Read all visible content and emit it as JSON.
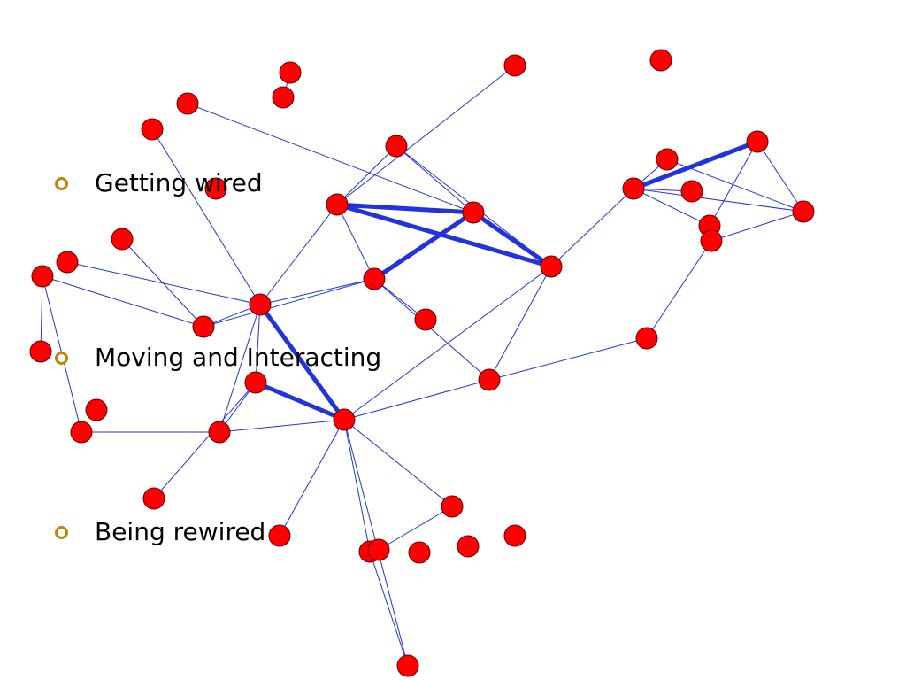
{
  "bullets": [
    "Getting wired",
    "Moving and Interacting",
    "Being rewired"
  ],
  "colors": {
    "node_fill": "#ff0000",
    "node_stroke": "#660000",
    "edge": "#2233dd",
    "bullet_marker": "#b8860b",
    "text": "#000000"
  },
  "network": {
    "nodes": [
      "n1",
      "n2",
      "n3",
      "n4",
      "n5",
      "n6",
      "n7",
      "n8",
      "n9",
      "n10",
      "n11",
      "n12",
      "n13",
      "n14",
      "n15",
      "n16",
      "n17",
      "n18",
      "n19",
      "n20",
      "n21",
      "n22",
      "n23",
      "n24",
      "n25",
      "n26",
      "n27",
      "n28",
      "n29",
      "n30",
      "n31",
      "n32",
      "n33",
      "n34",
      "n35",
      "n36",
      "n37",
      "n38",
      "n39",
      "n40",
      "n41",
      "n42",
      "n43"
    ],
    "edges": [
      {
        "from": "n4",
        "to": "n3",
        "strong": false
      },
      {
        "from": "n2",
        "to": "n14",
        "strong": false
      },
      {
        "from": "n14",
        "to": "n7",
        "strong": false
      },
      {
        "from": "n14",
        "to": "n15",
        "strong": true
      },
      {
        "from": "n14",
        "to": "n22",
        "strong": true
      },
      {
        "from": "n14",
        "to": "n21",
        "strong": false
      },
      {
        "from": "n14",
        "to": "n20",
        "strong": false
      },
      {
        "from": "n7",
        "to": "n15",
        "strong": false
      },
      {
        "from": "n7",
        "to": "n22",
        "strong": false
      },
      {
        "from": "n15",
        "to": "n22",
        "strong": true
      },
      {
        "from": "n15",
        "to": "n21",
        "strong": true
      },
      {
        "from": "n15",
        "to": "n10",
        "strong": false
      },
      {
        "from": "n13",
        "to": "n20",
        "strong": false
      },
      {
        "from": "n21",
        "to": "n23",
        "strong": false
      },
      {
        "from": "n21",
        "to": "n27",
        "strong": false
      },
      {
        "from": "n21",
        "to": "n20",
        "strong": false
      },
      {
        "from": "n21",
        "to": "n19",
        "strong": false
      },
      {
        "from": "n22",
        "to": "n28",
        "strong": false
      },
      {
        "from": "n22",
        "to": "n32",
        "strong": false
      },
      {
        "from": "n17",
        "to": "n19",
        "strong": false
      },
      {
        "from": "n18",
        "to": "n20",
        "strong": false
      },
      {
        "from": "n20",
        "to": "n19",
        "strong": false
      },
      {
        "from": "n20",
        "to": "n32",
        "strong": true
      },
      {
        "from": "n20",
        "to": "n31",
        "strong": false
      },
      {
        "from": "n20",
        "to": "n30",
        "strong": false
      },
      {
        "from": "n19",
        "to": "n24",
        "strong": false
      },
      {
        "from": "n24",
        "to": "n26",
        "strong": false
      },
      {
        "from": "n24",
        "to": "n29",
        "strong": false
      },
      {
        "from": "n30",
        "to": "n32",
        "strong": true
      },
      {
        "from": "n30",
        "to": "n33",
        "strong": false
      },
      {
        "from": "n30",
        "to": "n31",
        "strong": false
      },
      {
        "from": "n29",
        "to": "n31",
        "strong": false
      },
      {
        "from": "n31",
        "to": "n32",
        "strong": false
      },
      {
        "from": "n32",
        "to": "n34",
        "strong": false
      },
      {
        "from": "n32",
        "to": "n35",
        "strong": false
      },
      {
        "from": "n32",
        "to": "n37",
        "strong": false
      },
      {
        "from": "n32",
        "to": "n42",
        "strong": false
      },
      {
        "from": "n32",
        "to": "n28",
        "strong": false
      },
      {
        "from": "n35",
        "to": "n38",
        "strong": false
      },
      {
        "from": "n37",
        "to": "n43",
        "strong": false
      },
      {
        "from": "n28",
        "to": "n41",
        "strong": false
      },
      {
        "from": "n22",
        "to": "n5",
        "strong": false
      },
      {
        "from": "n5",
        "to": "n6",
        "strong": false
      },
      {
        "from": "n5",
        "to": "n8",
        "strong": true
      },
      {
        "from": "n5",
        "to": "n9",
        "strong": false
      },
      {
        "from": "n5",
        "to": "n11",
        "strong": false
      },
      {
        "from": "n5",
        "to": "n12",
        "strong": false
      },
      {
        "from": "n8",
        "to": "n12",
        "strong": false
      },
      {
        "from": "n8",
        "to": "n11",
        "strong": false
      },
      {
        "from": "n12",
        "to": "n16",
        "strong": false
      },
      {
        "from": "n6",
        "to": "n11",
        "strong": false
      },
      {
        "from": "n11",
        "to": "n16",
        "strong": false
      },
      {
        "from": "n16",
        "to": "n25",
        "strong": false
      }
    ]
  }
}
